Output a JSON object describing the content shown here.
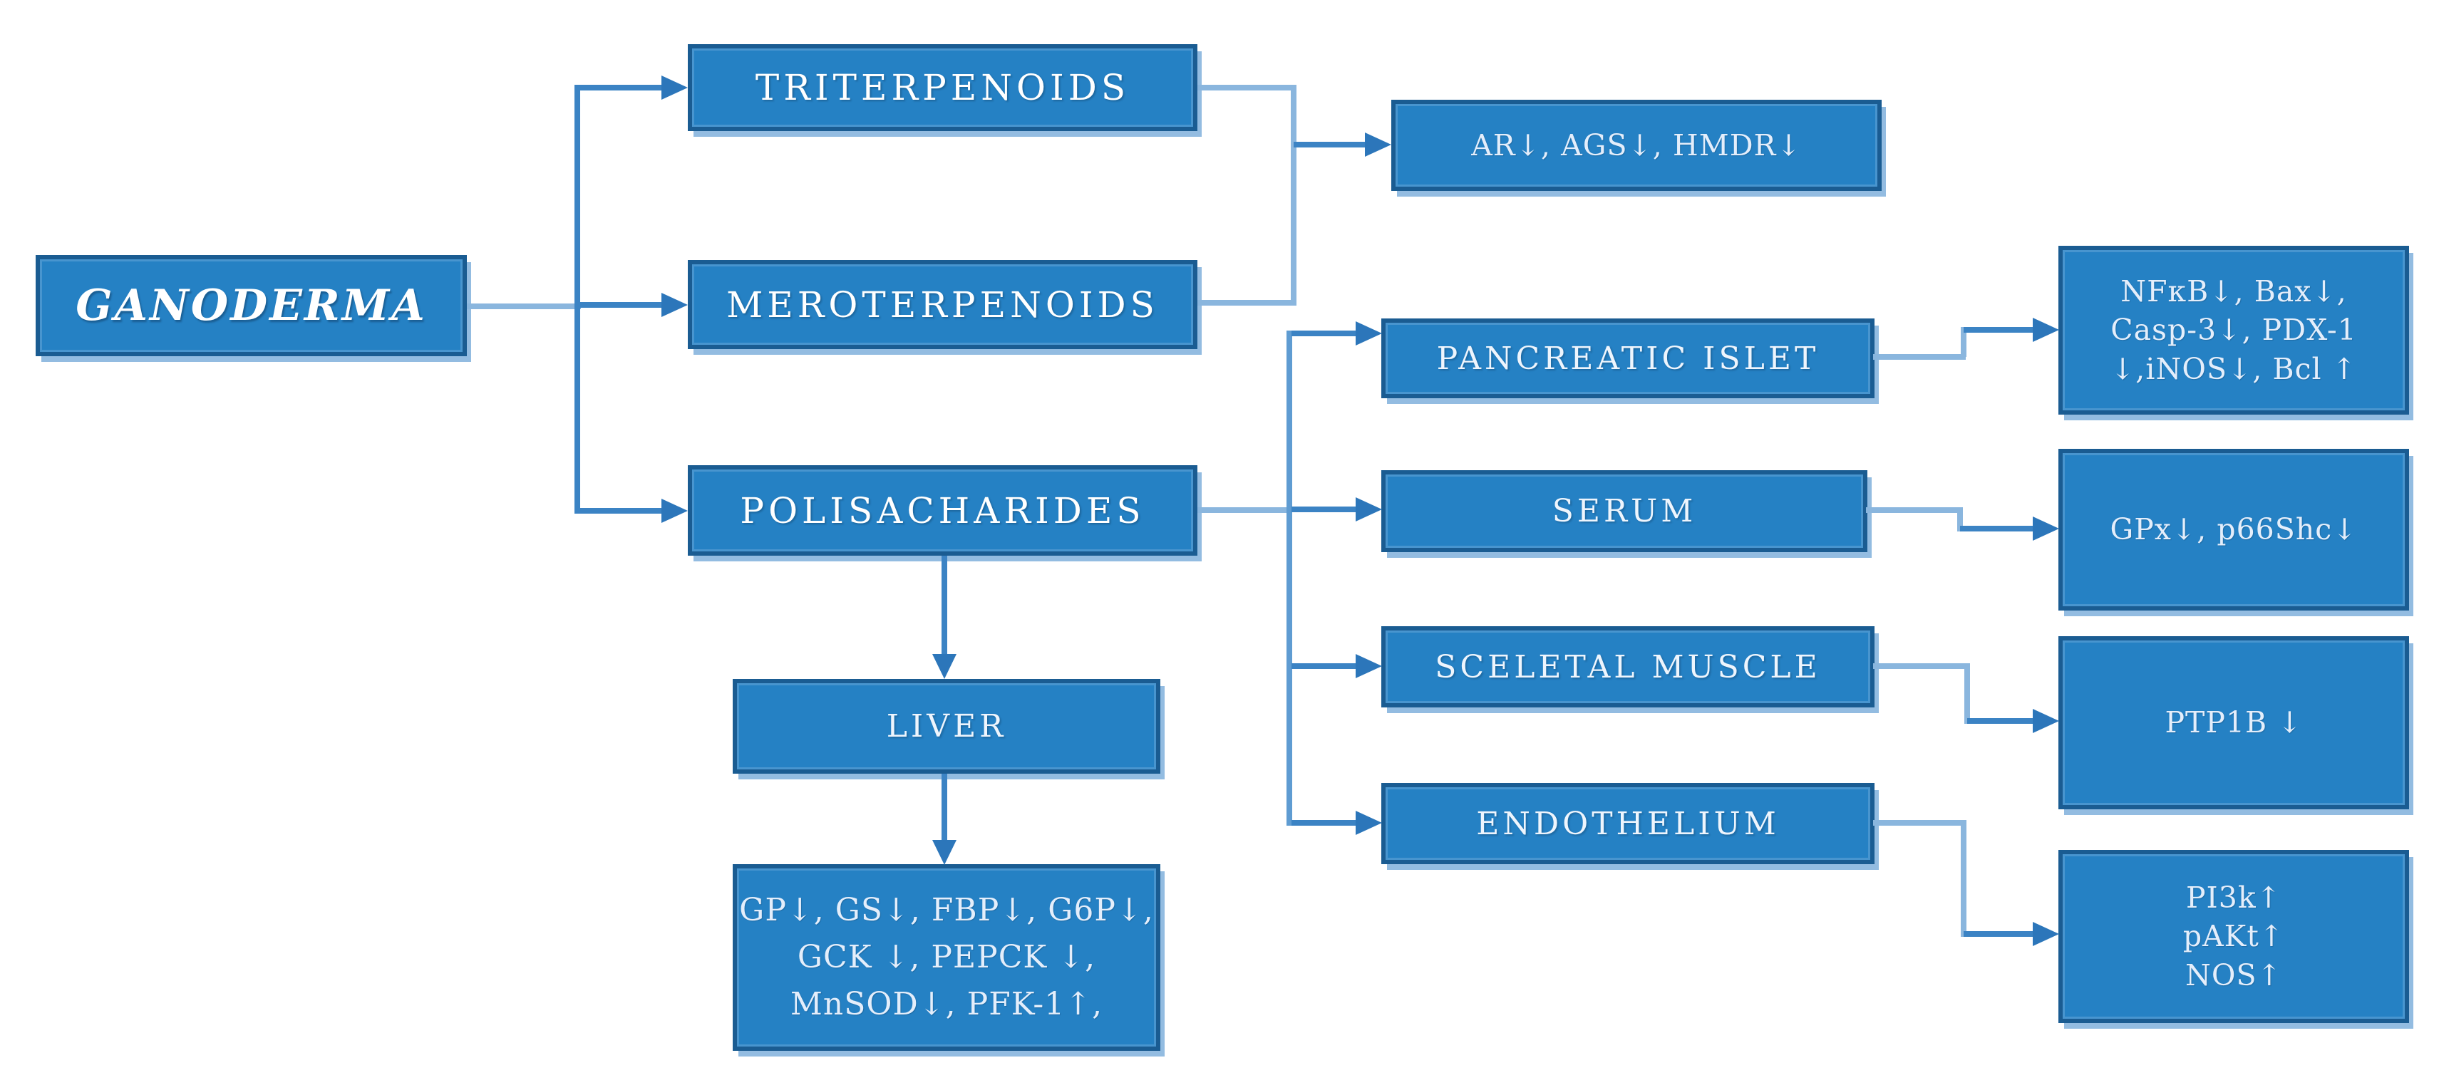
{
  "root": {
    "label": "GANODERMA"
  },
  "components": [
    {
      "label": "TRITERPENOIDS"
    },
    {
      "label": "MEROTERPENOIDS"
    },
    {
      "label": "POLISACHARIDES"
    }
  ],
  "terpenoid_effects": {
    "label": "AR↓, AGS↓, HMDR↓"
  },
  "tissues": [
    {
      "label": "PANCREATIC ISLET",
      "effects": [
        "NFκB↓, Bax↓,",
        "Casp-3↓, PDX-1",
        "↓,iNOS↓, Bcl ↑"
      ]
    },
    {
      "label": "SERUM",
      "effects": [
        "GPx↓, p66Shc↓"
      ]
    },
    {
      "label": "SCELETAL MUSCLE",
      "effects": [
        "PTP1B ↓"
      ]
    },
    {
      "label": "ENDOTHELIUM",
      "effects": [
        "PI3k↑",
        "pAKt↑",
        "NOS↑"
      ]
    }
  ],
  "liver": {
    "label": "LIVER",
    "effects": [
      "GP↓, GS↓, FBP↓, G6P↓,",
      "GCK ↓, PEPCK ↓,",
      "MnSOD↓, PFK-1↑,"
    ]
  },
  "colors": {
    "box_fill": "#2581c4",
    "box_border": "#1a5c92",
    "box_shadow": "#93bce1",
    "connector_light": "#8ab6de",
    "connector_strong": "#3b83c4",
    "arrowhead": "#2c76ba",
    "text": "#ffffff"
  }
}
